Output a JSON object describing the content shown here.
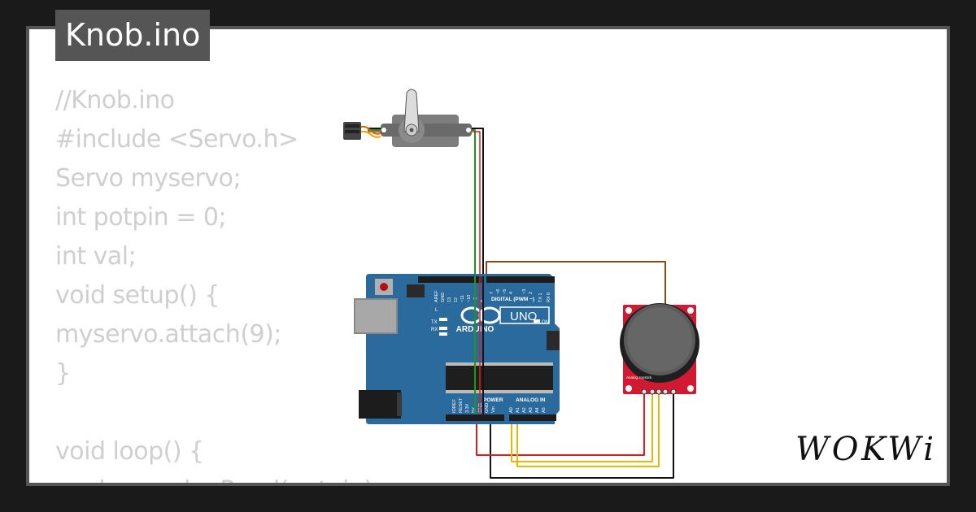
{
  "title": "Knob.ino",
  "code_lines": [
    "//Knob.ino",
    "#include <Servo.h>",
    "Servo myservo;",
    "int potpin = 0;",
    "int val;",
    "void setup() {",
    "myservo.attach(9);",
    "}",
    "",
    "void loop() {",
    "  val = analogRead(potpin);"
  ],
  "board": {
    "logo_text": "ARDUINO",
    "model": "UNO",
    "digital_header": "DIGITAL (PWM ~)",
    "on_label": "ON",
    "power_label": "POWER",
    "analog_label": "ANALOG IN",
    "led_l": "L",
    "led_tx": "TX",
    "led_rx": "RX",
    "pin_labels_top": [
      "AREF",
      "GND",
      "13",
      "12",
      "~11",
      "~10",
      "~9",
      "8",
      "7",
      "~6",
      "~5",
      "4",
      "~3",
      "2",
      "TX 1",
      "RX 0"
    ],
    "pin_labels_bottom": [
      "IOREF",
      "RESET",
      "3.3V",
      "5V",
      "GND",
      "GND",
      "Vin",
      "A0",
      "A1",
      "A2",
      "A3",
      "A4",
      "A5"
    ]
  },
  "joystick": {
    "label": "Analog Joystick"
  },
  "brand": "WOKWi",
  "colors": {
    "background": "#1a1a1a",
    "card": "#ffffff",
    "frame": "#555555",
    "code_text": "#cfcfcf",
    "board": "#2b6a9d",
    "joystick_pcb": "#d11a32",
    "wire_green": "#1a9a1a",
    "wire_black": "#111111",
    "wire_red": "#e01b1b",
    "wire_yellow": "#e8b800",
    "wire_orange": "#f0a000",
    "wire_brown": "#8b4a10"
  }
}
